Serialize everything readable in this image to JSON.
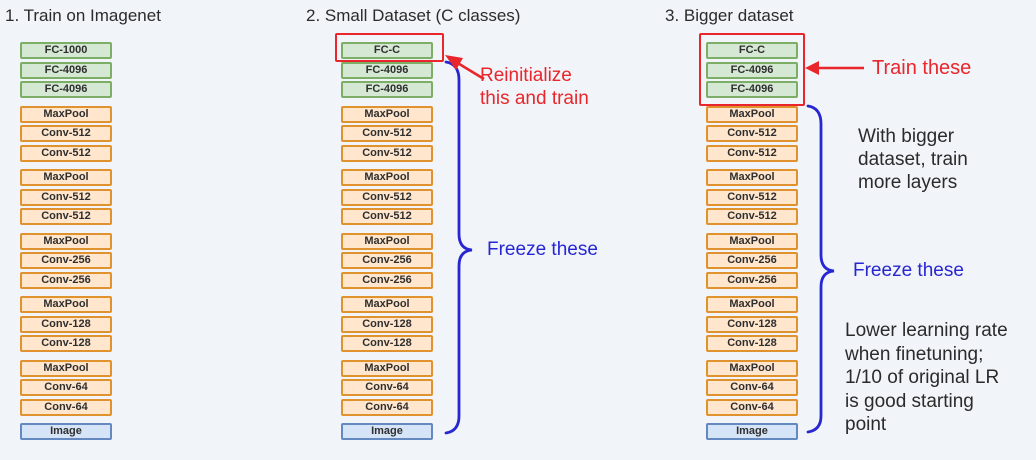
{
  "colors": {
    "background": "#f1f4f8",
    "text": "#2b2b2b",
    "red": "#e8262b",
    "blue": "#2726d3",
    "green_fill": "#d5e8d4",
    "green_border": "#7dae66",
    "orange_fill": "#ffe6cc",
    "orange_border": "#e0922f",
    "blue_fill": "#d6e4f7",
    "blue_border": "#6488c0"
  },
  "columns": [
    {
      "title": "1. Train on Imagenet",
      "groups": [
        [
          {
            "label": "FC-1000",
            "type": "fc"
          },
          {
            "label": "FC-4096",
            "type": "fc"
          },
          {
            "label": "FC-4096",
            "type": "fc"
          }
        ],
        [
          {
            "label": "MaxPool",
            "type": "pool"
          },
          {
            "label": "Conv-512",
            "type": "conv"
          },
          {
            "label": "Conv-512",
            "type": "conv"
          }
        ],
        [
          {
            "label": "MaxPool",
            "type": "pool"
          },
          {
            "label": "Conv-512",
            "type": "conv"
          },
          {
            "label": "Conv-512",
            "type": "conv"
          }
        ],
        [
          {
            "label": "MaxPool",
            "type": "pool"
          },
          {
            "label": "Conv-256",
            "type": "conv"
          },
          {
            "label": "Conv-256",
            "type": "conv"
          }
        ],
        [
          {
            "label": "MaxPool",
            "type": "pool"
          },
          {
            "label": "Conv-128",
            "type": "conv"
          },
          {
            "label": "Conv-128",
            "type": "conv"
          }
        ],
        [
          {
            "label": "MaxPool",
            "type": "pool"
          },
          {
            "label": "Conv-64",
            "type": "conv"
          },
          {
            "label": "Conv-64",
            "type": "conv"
          }
        ],
        [
          {
            "label": "Image",
            "type": "image"
          }
        ]
      ]
    },
    {
      "title": "2. Small Dataset (C classes)",
      "groups": [
        [
          {
            "label": "FC-C",
            "type": "fc"
          },
          {
            "label": "FC-4096",
            "type": "fc"
          },
          {
            "label": "FC-4096",
            "type": "fc"
          }
        ],
        [
          {
            "label": "MaxPool",
            "type": "pool"
          },
          {
            "label": "Conv-512",
            "type": "conv"
          },
          {
            "label": "Conv-512",
            "type": "conv"
          }
        ],
        [
          {
            "label": "MaxPool",
            "type": "pool"
          },
          {
            "label": "Conv-512",
            "type": "conv"
          },
          {
            "label": "Conv-512",
            "type": "conv"
          }
        ],
        [
          {
            "label": "MaxPool",
            "type": "pool"
          },
          {
            "label": "Conv-256",
            "type": "conv"
          },
          {
            "label": "Conv-256",
            "type": "conv"
          }
        ],
        [
          {
            "label": "MaxPool",
            "type": "pool"
          },
          {
            "label": "Conv-128",
            "type": "conv"
          },
          {
            "label": "Conv-128",
            "type": "conv"
          }
        ],
        [
          {
            "label": "MaxPool",
            "type": "pool"
          },
          {
            "label": "Conv-64",
            "type": "conv"
          },
          {
            "label": "Conv-64",
            "type": "conv"
          }
        ],
        [
          {
            "label": "Image",
            "type": "image"
          }
        ]
      ],
      "annotations": {
        "reinitialize": "Reinitialize\nthis and train",
        "freeze": "Freeze these"
      }
    },
    {
      "title": "3. Bigger dataset",
      "groups": [
        [
          {
            "label": "FC-C",
            "type": "fc"
          },
          {
            "label": "FC-4096",
            "type": "fc"
          },
          {
            "label": "FC-4096",
            "type": "fc"
          }
        ],
        [
          {
            "label": "MaxPool",
            "type": "pool"
          },
          {
            "label": "Conv-512",
            "type": "conv"
          },
          {
            "label": "Conv-512",
            "type": "conv"
          }
        ],
        [
          {
            "label": "MaxPool",
            "type": "pool"
          },
          {
            "label": "Conv-512",
            "type": "conv"
          },
          {
            "label": "Conv-512",
            "type": "conv"
          }
        ],
        [
          {
            "label": "MaxPool",
            "type": "pool"
          },
          {
            "label": "Conv-256",
            "type": "conv"
          },
          {
            "label": "Conv-256",
            "type": "conv"
          }
        ],
        [
          {
            "label": "MaxPool",
            "type": "pool"
          },
          {
            "label": "Conv-128",
            "type": "conv"
          },
          {
            "label": "Conv-128",
            "type": "conv"
          }
        ],
        [
          {
            "label": "MaxPool",
            "type": "pool"
          },
          {
            "label": "Conv-64",
            "type": "conv"
          },
          {
            "label": "Conv-64",
            "type": "conv"
          }
        ],
        [
          {
            "label": "Image",
            "type": "image"
          }
        ]
      ],
      "annotations": {
        "train": "Train these",
        "bigger": "With bigger\ndataset, train\nmore layers",
        "freeze": "Freeze these",
        "lr": "Lower learning rate\nwhen finetuning;\n1/10 of original LR\nis good starting\npoint"
      }
    }
  ]
}
